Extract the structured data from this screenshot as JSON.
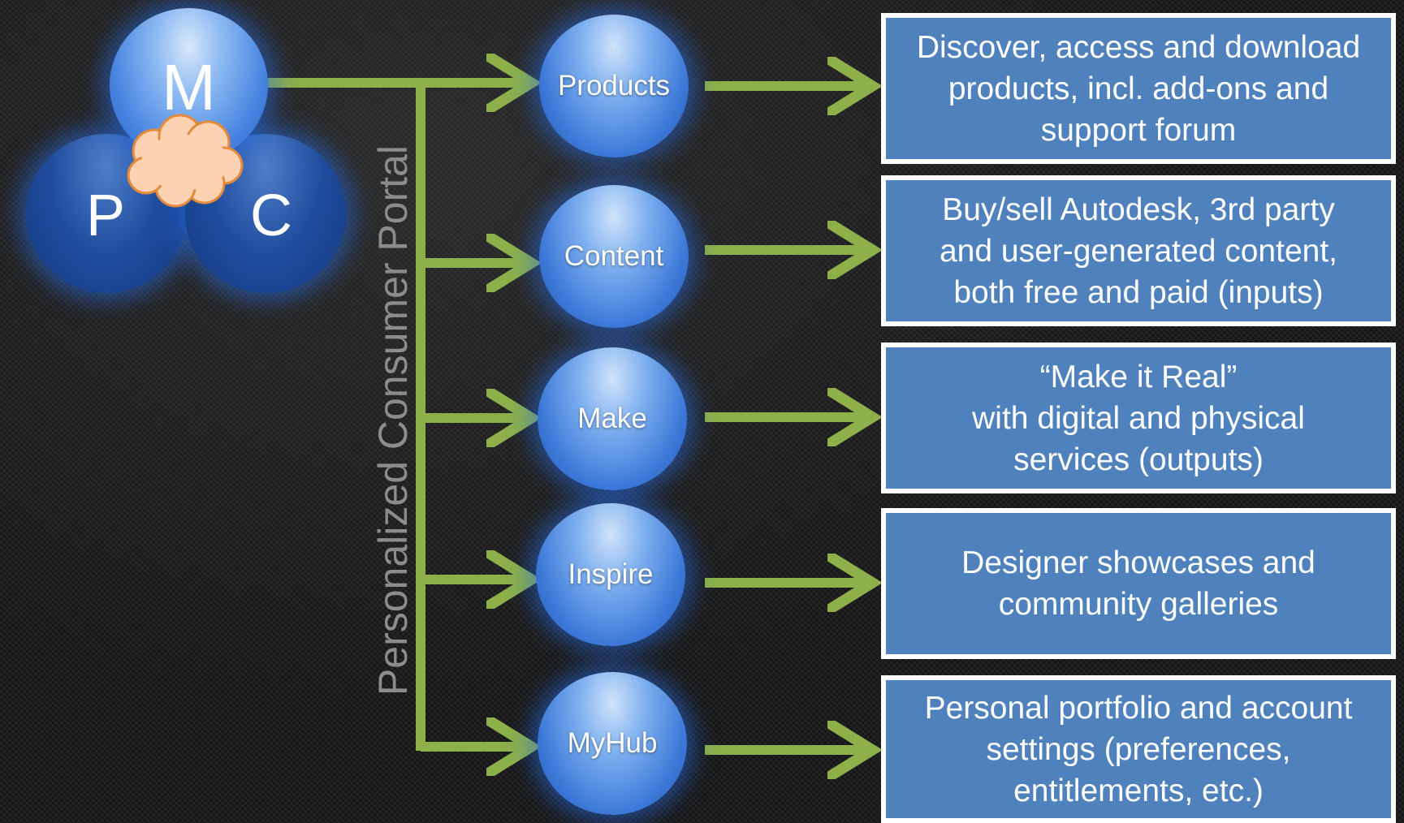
{
  "diagram": {
    "hub": {
      "m_label": "M",
      "p_label": "P",
      "c_label": "C"
    },
    "portal_label": "Personalized Consumer Portal",
    "categories": [
      {
        "label": "Products",
        "description": "Discover, access and download\nproducts, incl. add-ons and\nsupport forum"
      },
      {
        "label": "Content",
        "description": "Buy/sell Autodesk, 3rd party\nand user-generated content,\nboth free and paid (inputs)"
      },
      {
        "label": "Make",
        "description": "“Make it Real”\nwith digital and physical\nservices (outputs)"
      },
      {
        "label": "Inspire",
        "description": "Designer showcases and\ncommunity galleries"
      },
      {
        "label": "MyHub",
        "description": "Personal portfolio and account\nsettings (preferences,\nentitlements, etc.)"
      }
    ],
    "colors": {
      "arrow": "#8db04a",
      "box_fill": "#4f81bd",
      "box_border": "#ffffff",
      "orb_glow": "#2a6fe0",
      "cloud_fill": "#fcd2b3",
      "cloud_stroke": "#e58a3a",
      "portal_text": "#8c8c8c"
    }
  }
}
